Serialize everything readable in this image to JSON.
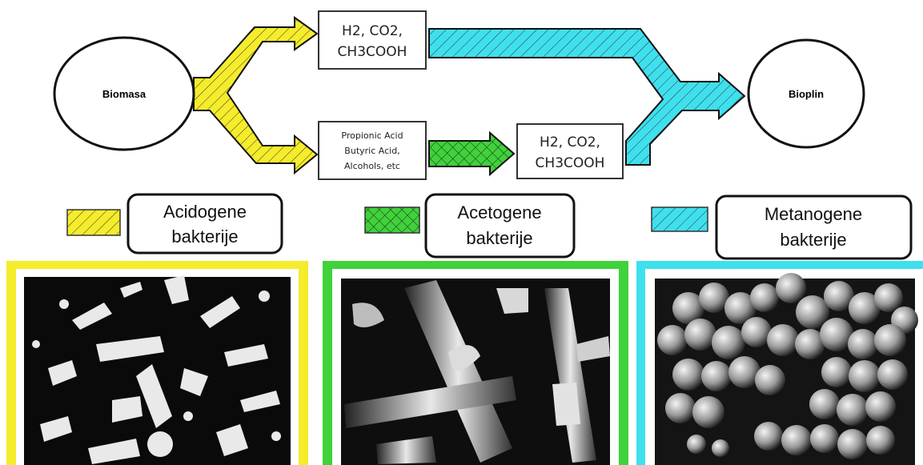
{
  "nodes": {
    "biomasa": "Biomasa",
    "bioplin": "Bioplin",
    "product_top": {
      "line1": "H2, CO2,",
      "line2": "CH3COOH"
    },
    "product_mid": {
      "line1": "Propionic Acid",
      "line2": "Butyric Acid,",
      "line3": "Alcohols, etc"
    },
    "product_right": {
      "line1": "H2, CO2,",
      "line2": "CH3COOH"
    }
  },
  "legend": [
    {
      "line1": "Acidogene",
      "line2": "bakterije",
      "color": "#f5ec2c"
    },
    {
      "line1": "Acetogene",
      "line2": "bakterije",
      "color": "#3fd23a"
    },
    {
      "line1": "Metanogene",
      "line2": "bakterije",
      "color": "#3fe0ee"
    }
  ],
  "colors": {
    "acidogenic": "#f5ec2c",
    "acetogenic": "#3fd23a",
    "methanogenic": "#3fe0ee",
    "outline": "#111111"
  }
}
